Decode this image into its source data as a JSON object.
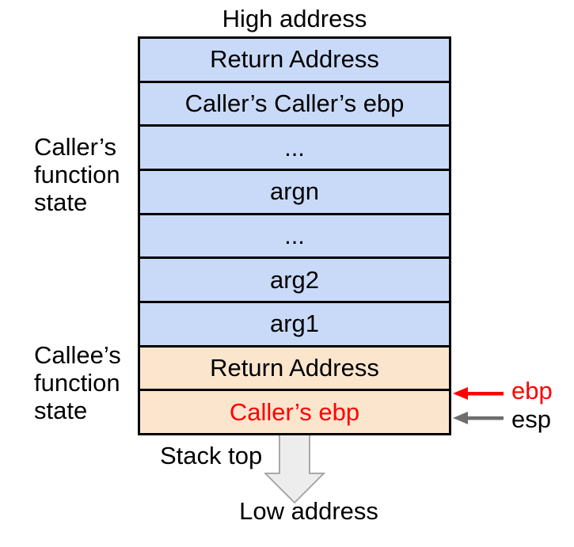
{
  "diagram": {
    "high_address_label": "High address",
    "low_address_label": "Low address",
    "stack_top_label": "Stack top"
  },
  "left_labels": {
    "caller": {
      "line1": "Caller’s",
      "line2": "function",
      "line3": "state"
    },
    "callee": {
      "line1": "Callee’s",
      "line2": "function",
      "line3": "state"
    }
  },
  "stack_rows": [
    {
      "label": "Return Address",
      "region": "caller"
    },
    {
      "label": "Caller’s Caller’s ebp",
      "region": "caller"
    },
    {
      "label": "...",
      "region": "caller"
    },
    {
      "label": "argn",
      "region": "caller"
    },
    {
      "label": "...",
      "region": "caller"
    },
    {
      "label": "arg2",
      "region": "caller"
    },
    {
      "label": "arg1",
      "region": "caller"
    },
    {
      "label": "Return Address",
      "region": "callee"
    },
    {
      "label": "Caller’s ebp",
      "region": "callee",
      "highlighted": true
    }
  ],
  "registers": {
    "ebp_label": "ebp",
    "esp_label": "esp"
  },
  "colors": {
    "caller_region_fill": "#c9daf8",
    "callee_region_fill": "#fce5cd",
    "highlight_red": "#ff0000",
    "esp_arrow_gray": "#6e6e6e",
    "block_arrow_fill": "#ededed",
    "block_arrow_stroke": "#a8a8a8",
    "border_black": "#000000"
  }
}
